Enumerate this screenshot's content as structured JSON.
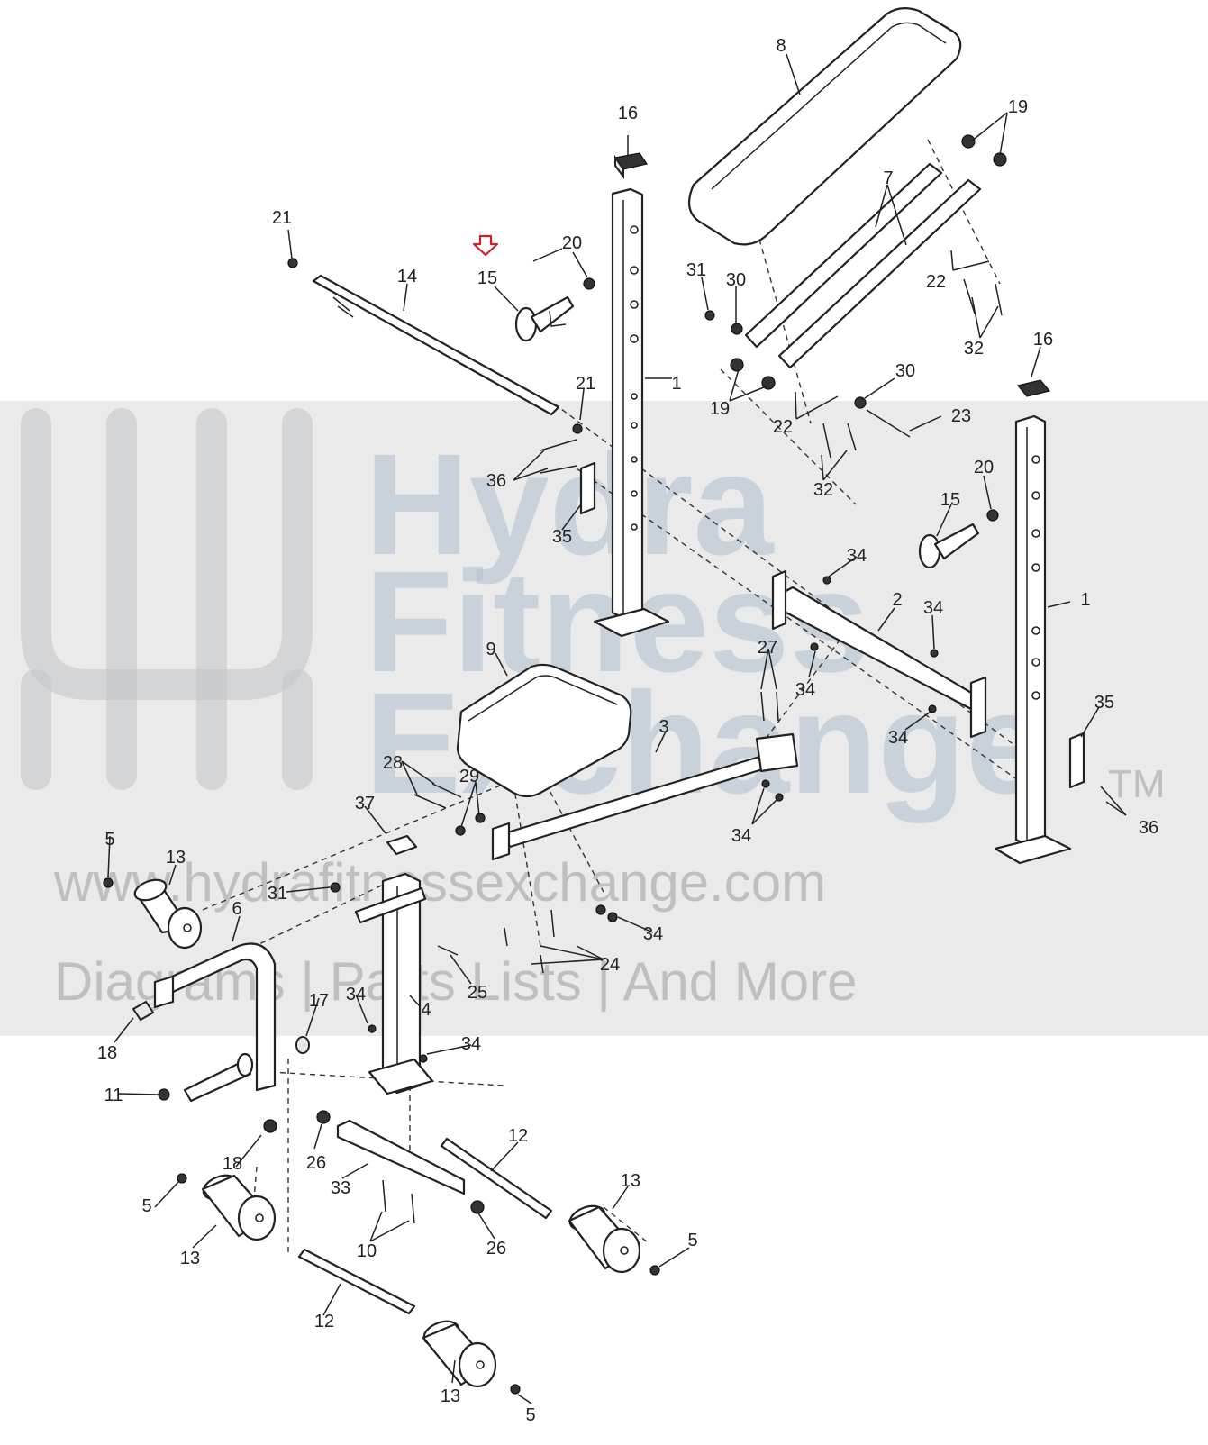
{
  "watermark": {
    "line1": "Hydra",
    "line2": "Fitness",
    "line3": "Exchange",
    "tm": "TM",
    "url": "www.hydrafitnessexchange.com",
    "tagline": "Diagrams | Parts Lists | And More"
  },
  "indicator": {
    "icon": "arrow-down-icon",
    "color": "#d0202a"
  },
  "callouts": [
    {
      "id": "c-8",
      "text": "8"
    },
    {
      "id": "c-19a",
      "text": "19"
    },
    {
      "id": "c-16a",
      "text": "16"
    },
    {
      "id": "c-7",
      "text": "7"
    },
    {
      "id": "c-21a",
      "text": "21"
    },
    {
      "id": "c-14",
      "text": "14"
    },
    {
      "id": "c-20a",
      "text": "20"
    },
    {
      "id": "c-15a",
      "text": "15"
    },
    {
      "id": "c-31a",
      "text": "31"
    },
    {
      "id": "c-30a",
      "text": "30"
    },
    {
      "id": "c-22a",
      "text": "22"
    },
    {
      "id": "c-32a",
      "text": "32"
    },
    {
      "id": "c-16b",
      "text": "16"
    },
    {
      "id": "c-1a",
      "text": "1"
    },
    {
      "id": "c-21b",
      "text": "21"
    },
    {
      "id": "c-19b",
      "text": "19"
    },
    {
      "id": "c-30b",
      "text": "30"
    },
    {
      "id": "c-22b",
      "text": "22"
    },
    {
      "id": "c-23",
      "text": "23"
    },
    {
      "id": "c-36a",
      "text": "36"
    },
    {
      "id": "c-32b",
      "text": "32"
    },
    {
      "id": "c-35a",
      "text": "35"
    },
    {
      "id": "c-20b",
      "text": "20"
    },
    {
      "id": "c-15b",
      "text": "15"
    },
    {
      "id": "c-34a",
      "text": "34"
    },
    {
      "id": "c-2",
      "text": "2"
    },
    {
      "id": "c-34b",
      "text": "34"
    },
    {
      "id": "c-1b",
      "text": "1"
    },
    {
      "id": "c-9",
      "text": "9"
    },
    {
      "id": "c-27",
      "text": "27"
    },
    {
      "id": "c-34c",
      "text": "34"
    },
    {
      "id": "c-35b",
      "text": "35"
    },
    {
      "id": "c-3",
      "text": "3"
    },
    {
      "id": "c-34d",
      "text": "34"
    },
    {
      "id": "c-28",
      "text": "28"
    },
    {
      "id": "c-29",
      "text": "29"
    },
    {
      "id": "c-37",
      "text": "37"
    },
    {
      "id": "c-34e",
      "text": "34"
    },
    {
      "id": "c-36b",
      "text": "36"
    },
    {
      "id": "c-5a",
      "text": "5"
    },
    {
      "id": "c-13a",
      "text": "13"
    },
    {
      "id": "c-31b",
      "text": "31"
    },
    {
      "id": "c-6",
      "text": "6"
    },
    {
      "id": "c-34f",
      "text": "34"
    },
    {
      "id": "c-24",
      "text": "24"
    },
    {
      "id": "c-25",
      "text": "25"
    },
    {
      "id": "c-17",
      "text": "17"
    },
    {
      "id": "c-34g",
      "text": "34"
    },
    {
      "id": "c-4",
      "text": "4"
    },
    {
      "id": "c-18a",
      "text": "18"
    },
    {
      "id": "c-34h",
      "text": "34"
    },
    {
      "id": "c-11",
      "text": "11"
    },
    {
      "id": "c-12a",
      "text": "12"
    },
    {
      "id": "c-18b",
      "text": "18"
    },
    {
      "id": "c-26a",
      "text": "26"
    },
    {
      "id": "c-13b",
      "text": "13"
    },
    {
      "id": "c-33",
      "text": "33"
    },
    {
      "id": "c-5b",
      "text": "5"
    },
    {
      "id": "c-26b",
      "text": "26"
    },
    {
      "id": "c-10",
      "text": "10"
    },
    {
      "id": "c-13c",
      "text": "13"
    },
    {
      "id": "c-5c",
      "text": "5"
    },
    {
      "id": "c-12b",
      "text": "12"
    },
    {
      "id": "c-13d",
      "text": "13"
    },
    {
      "id": "c-5d",
      "text": "5"
    }
  ]
}
